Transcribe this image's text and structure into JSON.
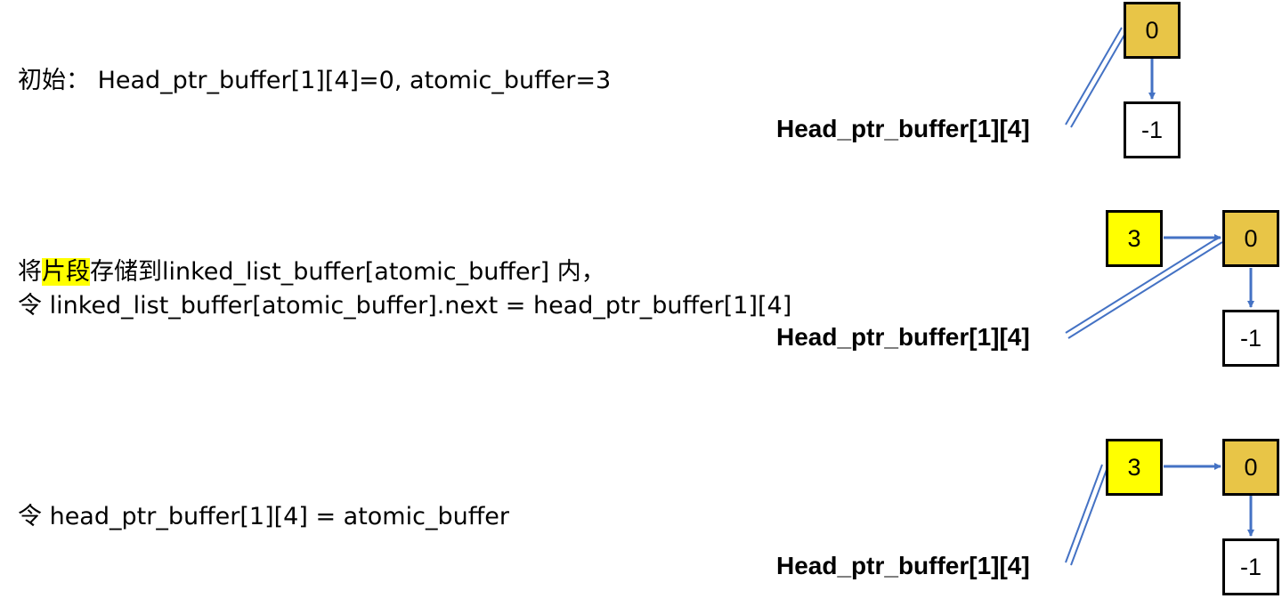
{
  "colors": {
    "arrow": "#4472c4",
    "head_fill": "#e8c547",
    "new_fill": "#ffff00",
    "tail_fill": "#ffffff",
    "highlight": "#ffff00"
  },
  "steps": [
    {
      "lines": [
        {
          "parts": [
            "初始：  Head_ptr_buffer[1][4]=0, atomic_buffer=3"
          ]
        }
      ],
      "pointer_label": "Head_ptr_buffer[1][4]",
      "nodes": {
        "head": "0",
        "tail": "-1"
      }
    },
    {
      "lines": [
        {
          "parts": [
            "将",
            "片段",
            "存储到linked_list_buffer[atomic_buffer] 内，"
          ]
        },
        {
          "parts": [
            "令 linked_list_buffer[atomic_buffer].next = head_ptr_buffer[1][4]"
          ]
        }
      ],
      "pointer_label": "Head_ptr_buffer[1][4]",
      "nodes": {
        "new": "3",
        "head": "0",
        "tail": "-1"
      }
    },
    {
      "lines": [
        {
          "parts": [
            "令 head_ptr_buffer[1][4] = atomic_buffer"
          ]
        }
      ],
      "pointer_label": "Head_ptr_buffer[1][4]",
      "nodes": {
        "new": "3",
        "head": "0",
        "tail": "-1"
      }
    }
  ]
}
